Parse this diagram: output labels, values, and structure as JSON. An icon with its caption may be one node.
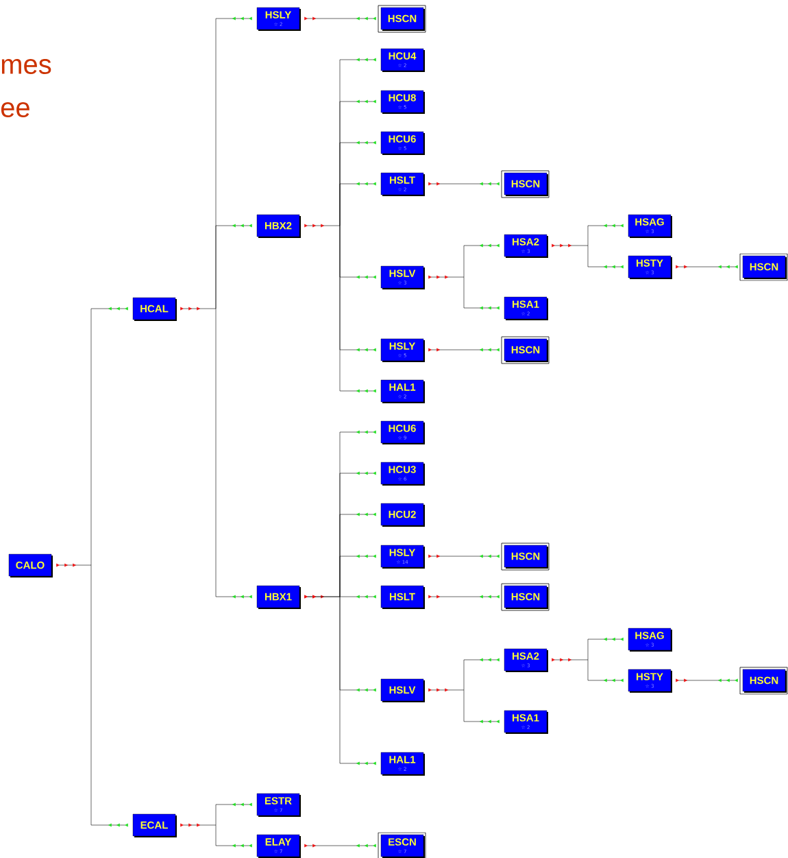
{
  "diagram": {
    "nodes": [
      {
        "text": [
          "CALO"
        ]
      },
      {
        "text": [
          "HCAL"
        ]
      },
      {
        "text": [
          "ECAL"
        ]
      },
      {
        "text": [
          "HSLY",
          "☆ 2"
        ]
      },
      {
        "text": [
          "HSCN"
        ]
      },
      {
        "text": [
          "HBX2"
        ]
      },
      {
        "text": [
          "HCU4",
          "☆ 2"
        ]
      },
      {
        "text": [
          "HCU8",
          "☆ 5"
        ]
      },
      {
        "text": [
          "HCU6",
          "☆ 5"
        ]
      },
      {
        "text": [
          "HSLT",
          "☆ 2"
        ]
      },
      {
        "text": [
          "HSCN"
        ]
      },
      {
        "text": [
          "HSLV",
          "☆ 3"
        ]
      },
      {
        "text": [
          "HSA2",
          "☆ 3"
        ]
      },
      {
        "text": [
          "HSAG",
          "☆ 3"
        ]
      },
      {
        "text": [
          "HSTY",
          "☆ 3"
        ]
      },
      {
        "text": [
          "HSCN"
        ]
      },
      {
        "text": [
          "HSA1",
          "☆ 2"
        ]
      },
      {
        "text": [
          "HSLY",
          "☆ 5"
        ]
      },
      {
        "text": [
          "HSCN"
        ]
      },
      {
        "text": [
          "HAL1",
          "☆ 2"
        ]
      },
      {
        "text": [
          "HBX1"
        ]
      },
      {
        "text": [
          "HCU6",
          "☆ 9"
        ]
      },
      {
        "text": [
          "HCU3",
          "☆ 6"
        ]
      },
      {
        "text": [
          "HCU2"
        ]
      },
      {
        "text": [
          "HSLY",
          "☆ 14"
        ]
      },
      {
        "text": [
          "HSCN"
        ]
      },
      {
        "text": [
          "HSLT"
        ]
      },
      {
        "text": [
          "HSCN"
        ]
      },
      {
        "text": [
          "HSLV"
        ]
      },
      {
        "text": [
          "HSA2",
          "☆ 3"
        ]
      },
      {
        "text": [
          "HSAG",
          "☆ 3"
        ]
      },
      {
        "text": [
          "HSTY",
          "☆ 3"
        ]
      },
      {
        "text": [
          "HSCN"
        ]
      },
      {
        "text": [
          "HSA1",
          "☆ 2"
        ]
      },
      {
        "text": [
          "HAL1",
          "☆ 2"
        ]
      },
      {
        "text": [
          "ESTR",
          "☆ 7"
        ]
      },
      {
        "text": [
          "ELAY",
          "☆ 7"
        ]
      },
      {
        "text": [
          "ESCN",
          "☆ 7"
        ]
      }
    ],
    "edges": [
      {
        "from": 0,
        "to": 1,
        "arrow": "to"
      },
      {
        "from": 0,
        "to": 2,
        "arrow": "to"
      },
      {
        "from": 1,
        "to": 3,
        "arrow": "to"
      },
      {
        "from": 1,
        "to": 5,
        "arrow": "to"
      },
      {
        "from": 1,
        "to": 20,
        "arrow": "to"
      },
      {
        "from": 3,
        "to": 4,
        "arrow": "to"
      },
      {
        "from": 5,
        "to": 6,
        "arrow": "to"
      },
      {
        "from": 5,
        "to": 7,
        "arrow": "to"
      },
      {
        "from": 5,
        "to": 8,
        "arrow": "to"
      },
      {
        "from": 5,
        "to": 9,
        "arrow": "to"
      },
      {
        "from": 5,
        "to": 11,
        "arrow": "to"
      },
      {
        "from": 5,
        "to": 17,
        "arrow": "to"
      },
      {
        "from": 5,
        "to": 19,
        "arrow": "to"
      },
      {
        "from": 9,
        "to": 10,
        "arrow": "to"
      },
      {
        "from": 11,
        "to": 12,
        "arrow": "to"
      },
      {
        "from": 11,
        "to": 16,
        "arrow": "to"
      },
      {
        "from": 12,
        "to": 13,
        "arrow": "to"
      },
      {
        "from": 12,
        "to": 14,
        "arrow": "to"
      },
      {
        "from": 14,
        "to": 15,
        "arrow": "to"
      },
      {
        "from": 17,
        "to": 18,
        "arrow": "to"
      },
      {
        "from": 20,
        "to": 21,
        "arrow": "to"
      },
      {
        "from": 20,
        "to": 22,
        "arrow": "to"
      },
      {
        "from": 20,
        "to": 23,
        "arrow": "to"
      },
      {
        "from": 20,
        "to": 24,
        "arrow": "to"
      },
      {
        "from": 20,
        "to": 26,
        "arrow": "to"
      },
      {
        "from": 20,
        "to": 28,
        "arrow": "to"
      },
      {
        "from": 20,
        "to": 34,
        "arrow": "to"
      },
      {
        "from": 24,
        "to": 25,
        "arrow": "to"
      },
      {
        "from": 26,
        "to": 27,
        "arrow": "to"
      },
      {
        "from": 28,
        "to": 29,
        "arrow": "to"
      },
      {
        "from": 28,
        "to": 33,
        "arrow": "to"
      },
      {
        "from": 29,
        "to": 30,
        "arrow": "to"
      },
      {
        "from": 29,
        "to": 31,
        "arrow": "to"
      },
      {
        "from": 31,
        "to": 32,
        "arrow": "to"
      },
      {
        "from": 2,
        "to": 35,
        "arrow": "to"
      },
      {
        "from": 2,
        "to": 36,
        "arrow": "to"
      },
      {
        "from": 36,
        "to": 37,
        "arrow": "to"
      }
    ],
    "labels": [
      "mes",
      "ee"
    ]
  }
}
